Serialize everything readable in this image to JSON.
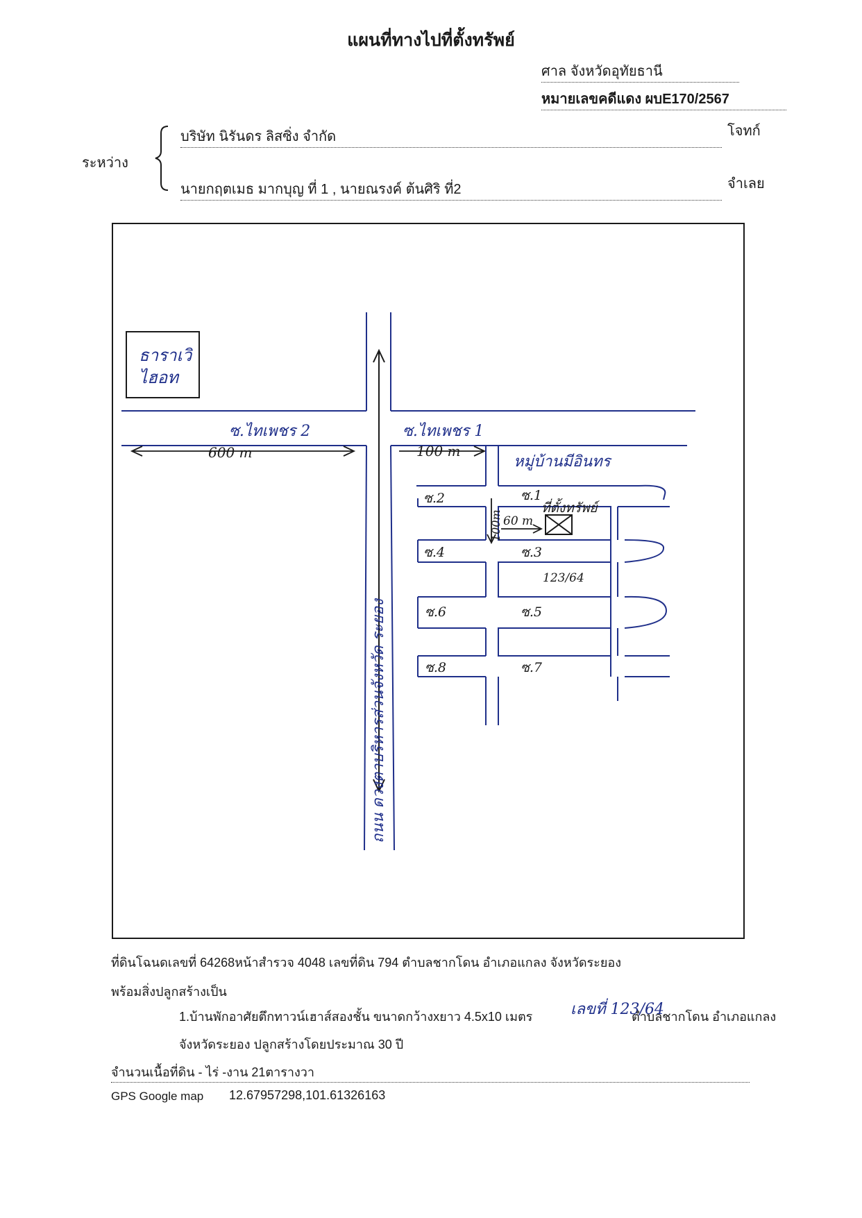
{
  "document": {
    "title": "แผนที่ทางไปที่ตั้งทรัพย์",
    "court": "ศาล จังหวัดอุทัยธานี",
    "case_number": "หมายเลขคดีแดง ผบE170/2567",
    "between_label": "ระหว่าง",
    "plaintiff_name": "บริษัท นิรันดร ลิสซิ่ง จำกัด",
    "plaintiff_role": "โจทก์",
    "defendant_name": "นายกฤตเมธ มากบุญ ที่ 1 , นายณรงค์ ต้นศิริ ที่2",
    "defendant_role": "จำเลย"
  },
  "map": {
    "landmark": [
      "ธาราเวิ",
      "ไฮอท"
    ],
    "road_main": "ถนน ดวงตาบริหารส่วนจังหวัด ระยอง",
    "soi_left": "ซ.ไทเพชร 2",
    "soi_right": "ซ.ไทเพชร 1",
    "dist_left": "600 m",
    "dist_right": "100 m",
    "village": "หมู่บ้านมีอินทร",
    "soi_labels": [
      "ซ.2",
      "ซ.1",
      "ซ.4",
      "ซ.3",
      "ซ.6",
      "ซ.5",
      "ซ.8",
      "ซ.7"
    ],
    "dist_down": "100m",
    "dist_east": "60 m",
    "property_label": "ที่ตั้งทรัพย์",
    "house_number": "123/64"
  },
  "details": {
    "land_line": "ที่ดินโฉนดเลขที่ 64268หน้าสำรวจ 4048 เลขที่ดิน 794 ตำบลชากโดน  อำเภอแกลง จังหวัดระยอง",
    "with_buildings": "พร้อมสิ่งปลูกสร้างเป็น",
    "building_line1": "1.บ้านพักอาศัยตึกทาวน์เฮาส์สองชั้น ขนาดกว้างxยาว  4.5x10 เมตร",
    "handwritten_number": "เลขที่ 123/64",
    "building_line1_end": "ตำบลชากโดน อำเภอแกลง",
    "building_line2": "จังหวัดระยอง ปลูกสร้างโดยประมาณ 30 ปี",
    "area_line": "จำนวนเนื้อที่ดิน  - ไร่ -งาน 21ตารางวา",
    "gps_label": "GPS Google map",
    "gps_value": "12.67957298,101.61326163"
  },
  "colors": {
    "ink": "#1a1a1a",
    "pen_blue": "#1f2f8a"
  }
}
